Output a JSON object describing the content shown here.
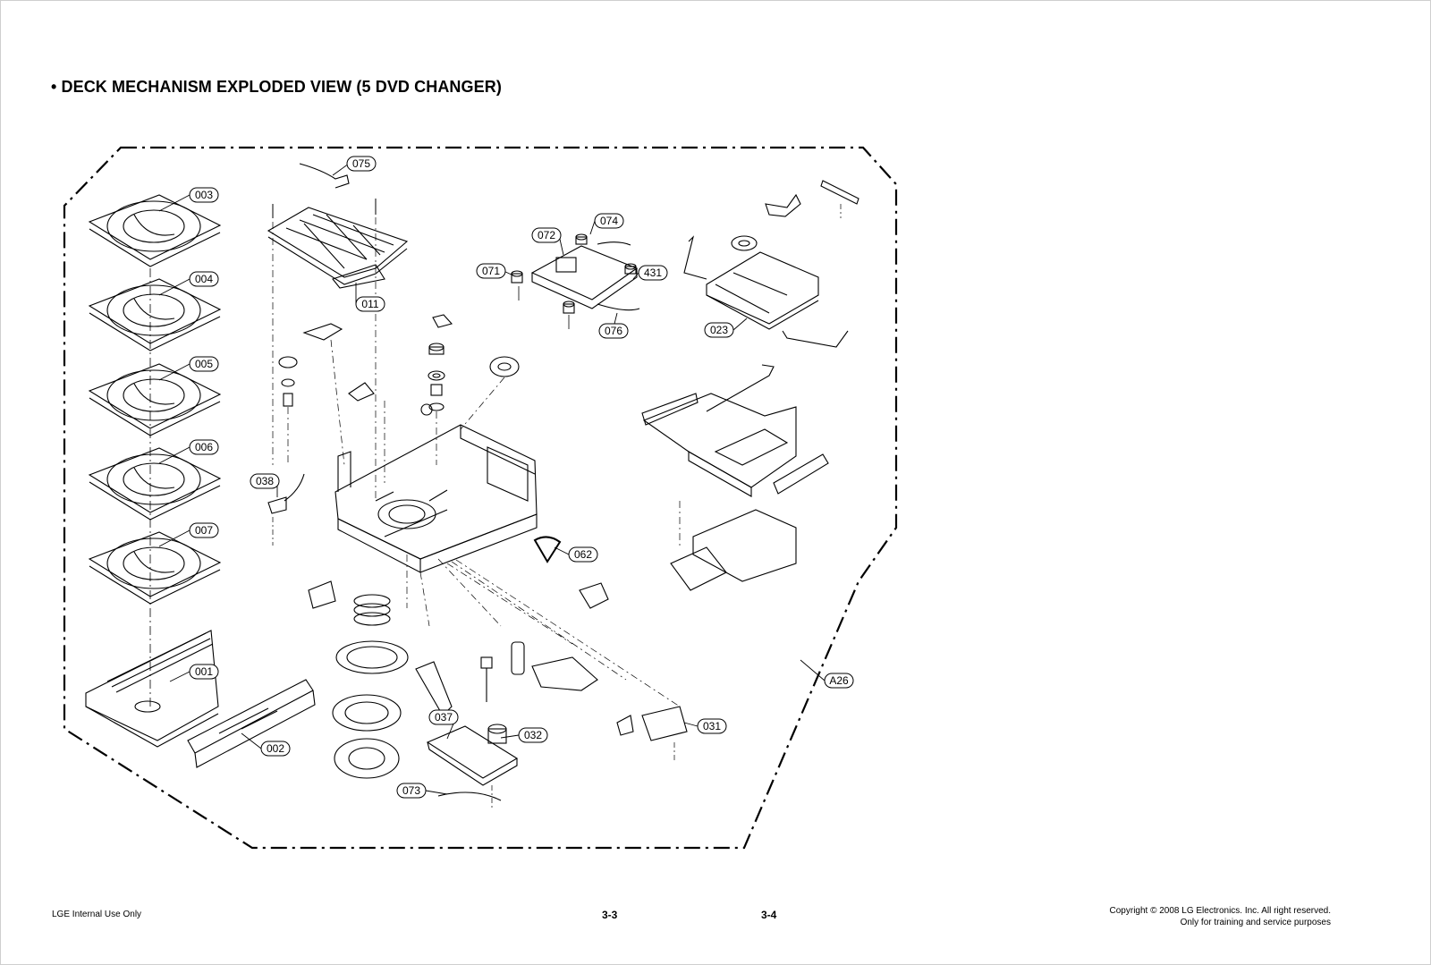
{
  "page": {
    "title": "• DECK MECHANISM EXPLODED VIEW (5 DVD CHANGER)",
    "footer_left": "LGE Internal Use Only",
    "page_left": "3-3",
    "page_right": "3-4",
    "copyright_line1": "Copyright © 2008 LG Electronics. Inc. All right reserved.",
    "copyright_line2": "Only for training and service purposes"
  },
  "diagram": {
    "part_labels": [
      "003",
      "004",
      "005",
      "006",
      "007",
      "001",
      "002",
      "075",
      "011",
      "038",
      "072",
      "074",
      "071",
      "431",
      "076",
      "062",
      "023",
      "A26",
      "037",
      "032",
      "031",
      "073"
    ],
    "colors": {
      "line": "#000000",
      "dash_border": "#000000",
      "background": "#ffffff"
    }
  }
}
